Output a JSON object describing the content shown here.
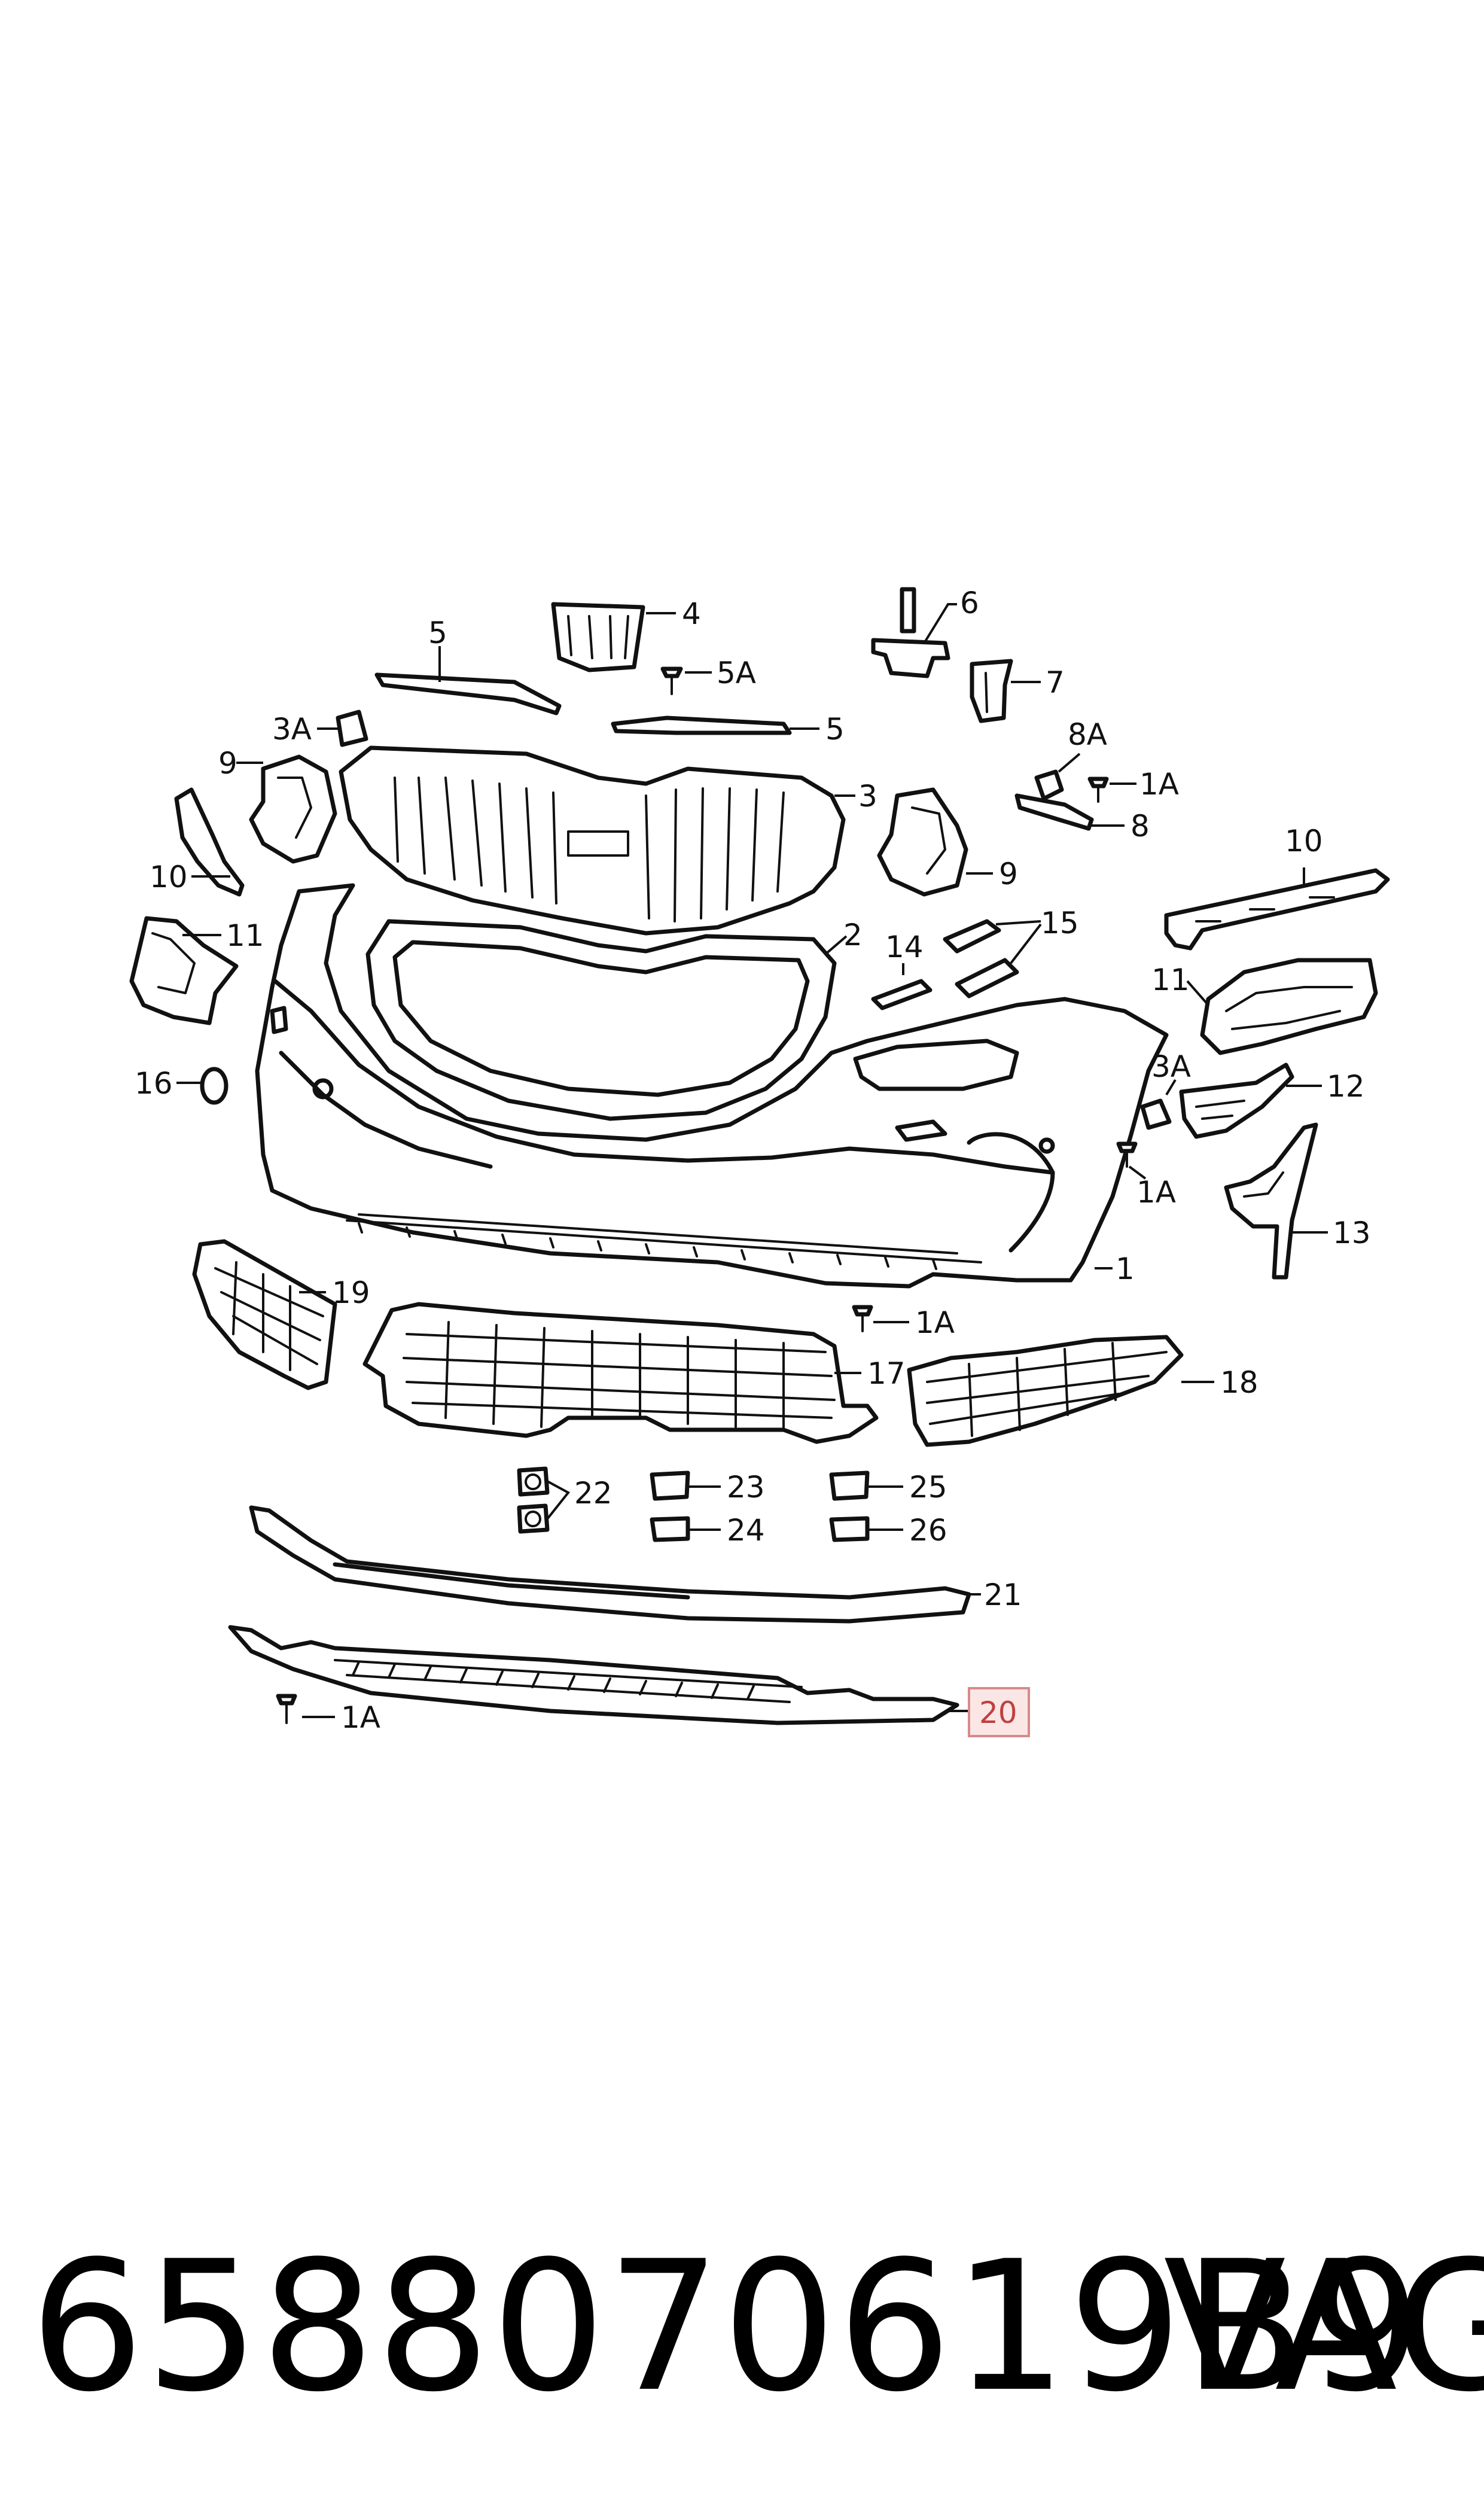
{
  "callouts": {
    "c1": "1",
    "c1a_a": "1A",
    "c1a_b": "1A",
    "c1a_c": "1A",
    "c1a_d": "1A",
    "c2": "2",
    "c3": "3",
    "c3a_l": "3A",
    "c3a_r": "3A",
    "c4": "4",
    "c5_a": "5",
    "c5_b": "5",
    "c5a": "5A",
    "c6": "6",
    "c7": "7",
    "c8": "8",
    "c8a": "8A",
    "c9_l": "9",
    "c9_r": "9",
    "c10_l": "10",
    "c10_r": "10",
    "c11_l": "11",
    "c11_r": "11",
    "c12": "12",
    "c13": "13",
    "c14": "14",
    "c15": "15",
    "c16": "16",
    "c17": "17",
    "c18": "18",
    "c19": "19",
    "c20": "20",
    "c21": "21",
    "c22": "22",
    "c23": "23",
    "c24": "24",
    "c25": "25",
    "c26": "26"
  },
  "highlighted_callout": "20",
  "colors": {
    "highlight_fill": "#fbe6e6",
    "highlight_stroke": "#d88a8a",
    "highlight_text": "#c04040"
  },
  "footer": {
    "part_number": "6588070619B9",
    "brand": "VAG"
  }
}
